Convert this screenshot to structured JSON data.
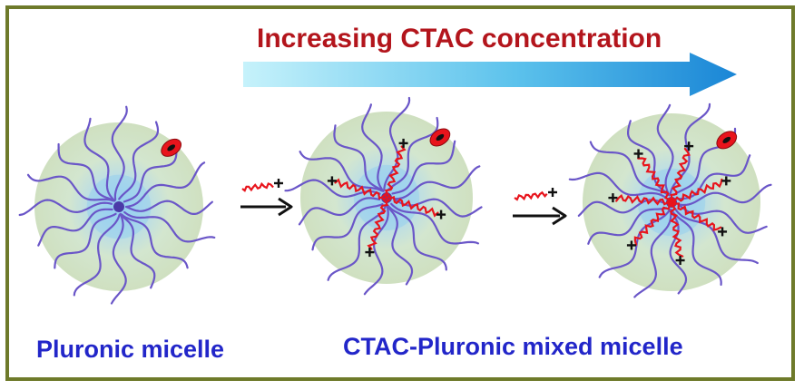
{
  "header": {
    "title": "Increasing CTAC concentration"
  },
  "labels": {
    "left": "Pluronic micelle",
    "right": "CTAC-Pluronic mixed micelle"
  },
  "micelles": [
    {
      "name": "pluronic-micelle",
      "ctac_chains": 0
    },
    {
      "name": "mixed-micelle-low",
      "ctac_chains": 4
    },
    {
      "name": "mixed-micelle-high",
      "ctac_chains": 7
    }
  ],
  "colors": {
    "frame": "#6e7a2a",
    "title": "#b3151c",
    "label": "#2226c9",
    "pluronic_chain": "#6a56c8",
    "ctac_chain": "#e8141c",
    "micelle_fill": "#d4e4c4",
    "core_glow": "#8ecbf0",
    "arrow_light": "#c6f2fb",
    "arrow_dark": "#1a86d6"
  },
  "icons": [
    "gradient-arrow-icon",
    "reaction-arrow-icon",
    "ctac-molecule-icon",
    "dye-molecule-icon"
  ]
}
